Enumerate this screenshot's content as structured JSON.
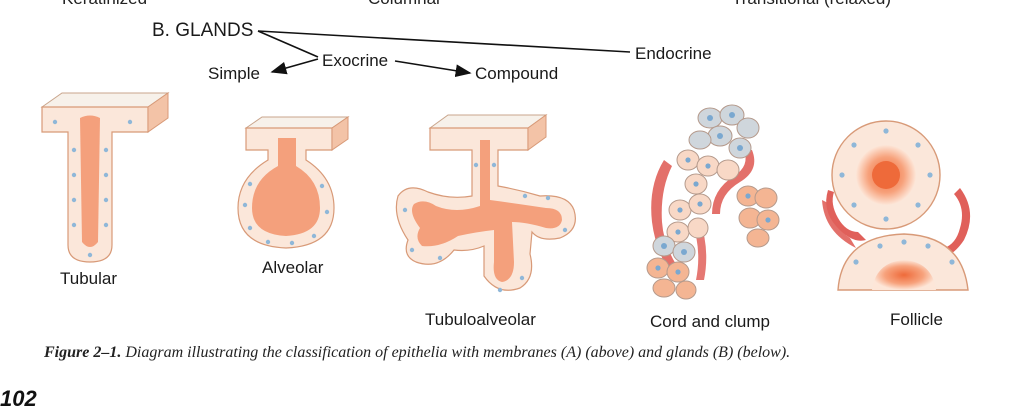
{
  "top_cut": {
    "left": "Keratinized",
    "middle": "Columnar",
    "right": "Transitional (relaxed)"
  },
  "heading": "B. GLANDS",
  "classes": {
    "exocrine": "Exocrine",
    "endocrine": "Endocrine",
    "simple": "Simple",
    "compound": "Compound"
  },
  "glands": {
    "tubular": "Tubular",
    "alveolar": "Alveolar",
    "tubuloalveolar": "Tubuloalveolar",
    "cord_clump": "Cord and clump",
    "follicle": "Follicle"
  },
  "caption": {
    "figure": "Figure 2–1.",
    "text": "Diagram illustrating the classification of epithelia with membranes (A) (above) and glands (B) (below)."
  },
  "page_number": "102",
  "colors": {
    "tissue": "#f4a07c",
    "tissue_light": "#f8d8c6",
    "epithelium": "#fbe7da",
    "nucleus": "#8fb7d8",
    "capillary": "#e0605a",
    "follicle_center": "#f07a4a",
    "surface": "#f7f1ea"
  }
}
